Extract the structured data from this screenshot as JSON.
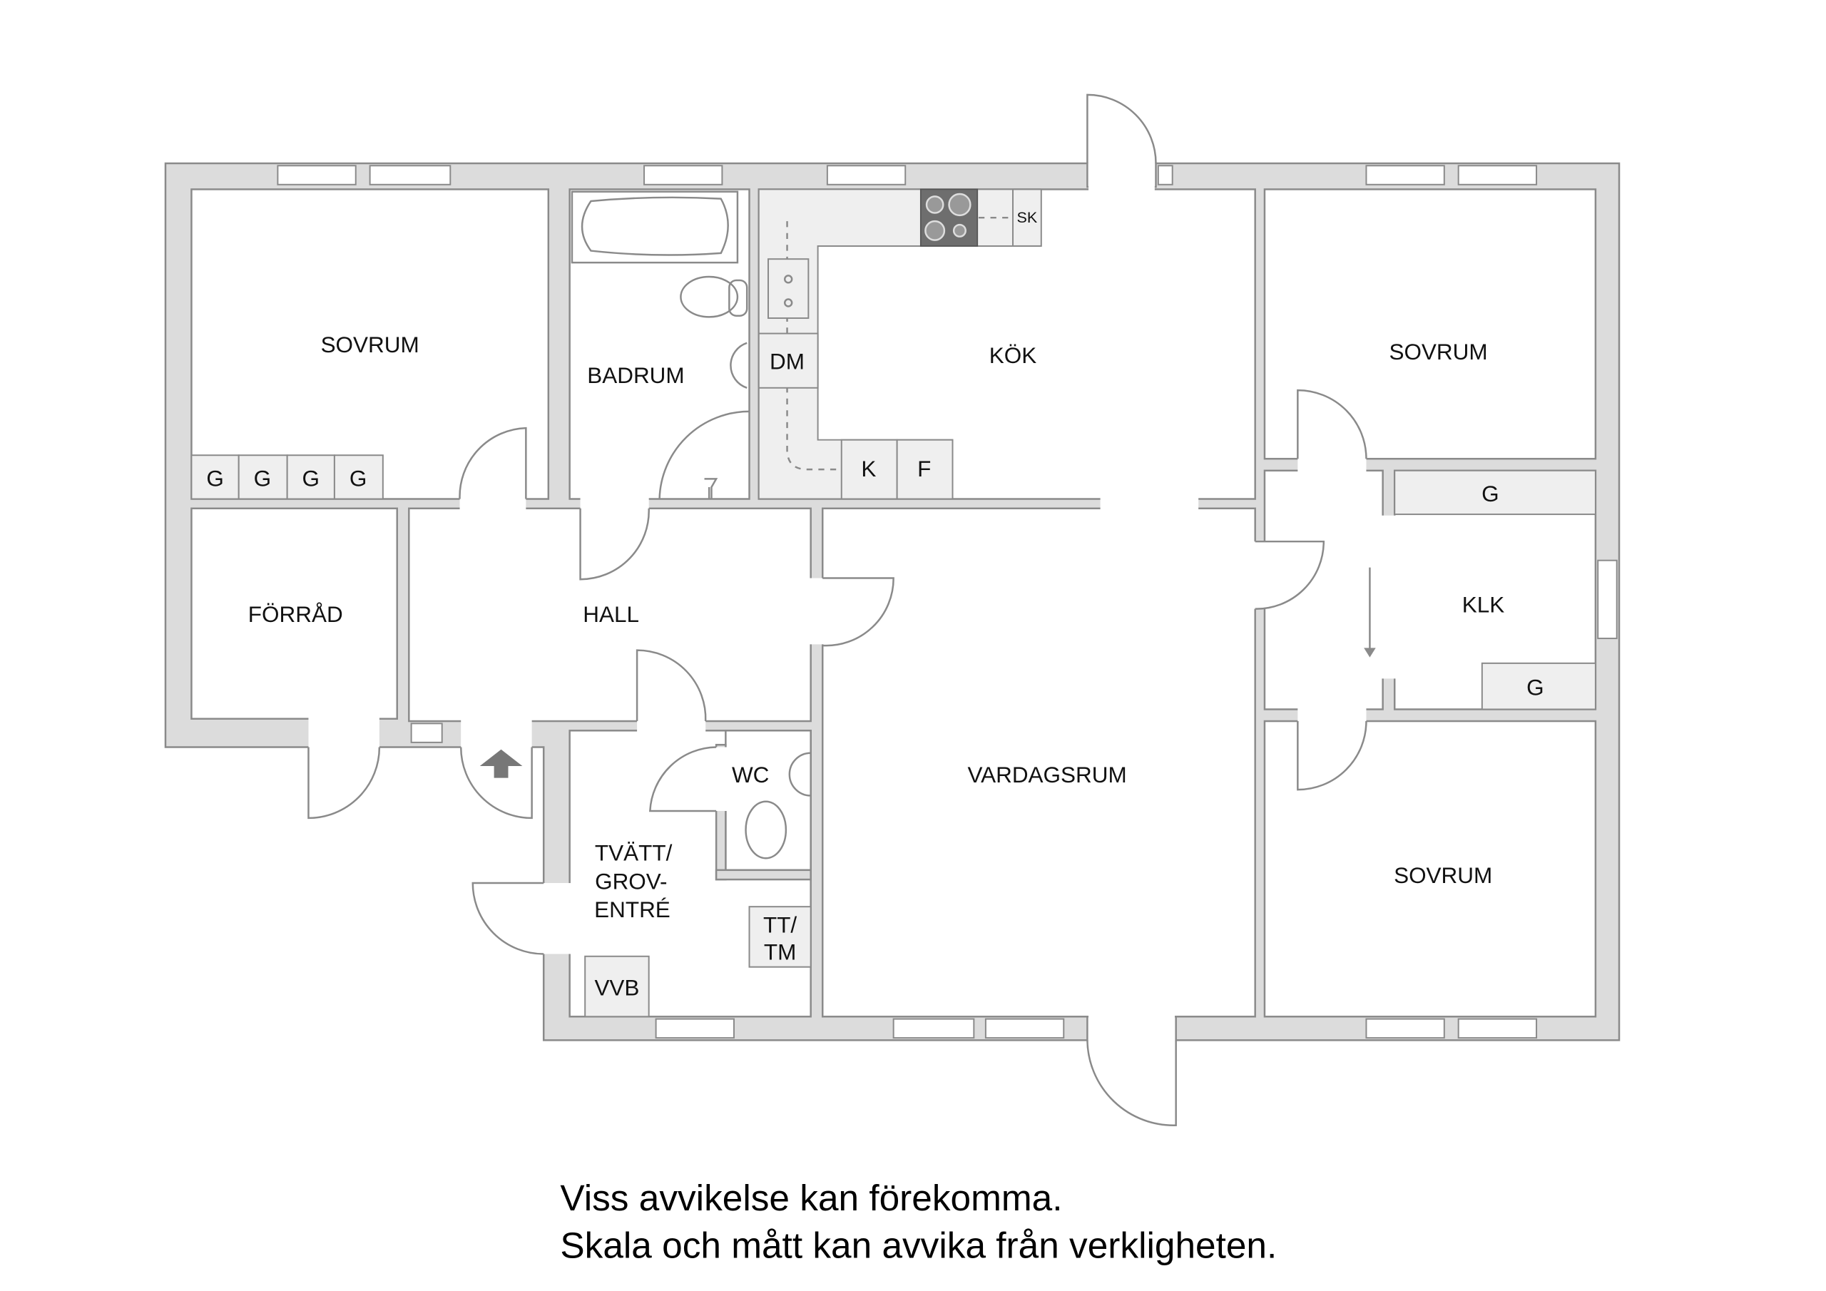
{
  "rooms": {
    "sovrum_1": "SOVRUM",
    "badrum": "BADRUM",
    "kok": "KÖK",
    "sovrum_2": "SOVRUM",
    "forrad": "FÖRRÅD",
    "hall": "HALL",
    "klk": "KLK",
    "vardagsrum": "VARDAGSRUM",
    "sovrum_3": "SOVRUM",
    "wc": "WC",
    "tvatt_1": "TVÄTT/",
    "tvatt_2": "GROV-",
    "tvatt_3": "ENTRÉ"
  },
  "fixtures": {
    "g": "G",
    "dm": "DM",
    "k": "K",
    "f": "F",
    "sk": "SK",
    "vvb": "VVB",
    "tt": "TT/",
    "tm": "TM"
  },
  "notes": {
    "line1": "Viss avvikelse kan förekomma.",
    "line2": "Skala och mått kan avvika från verkligheten."
  },
  "colors": {
    "wall": "#dcdcdc",
    "line": "#8a8a8a",
    "stove": "#6e6e6e"
  }
}
